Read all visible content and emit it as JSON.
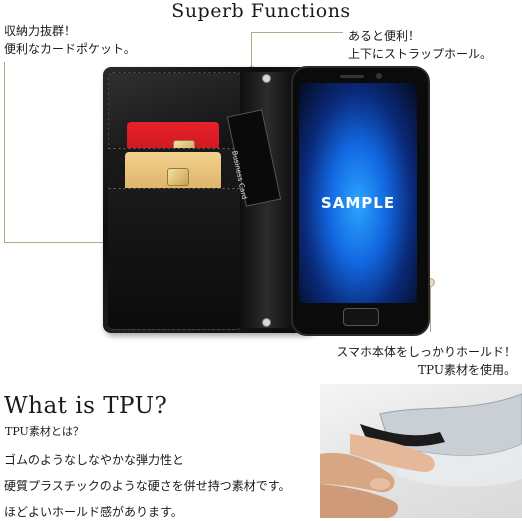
{
  "title": "Superb Functions",
  "notes": {
    "card_pocket": {
      "line1": "収納力抜群！",
      "line2": "便利なカードポケット。"
    },
    "strap_hole": {
      "line1": "あると便利！",
      "line2": "上下にストラップホール。"
    },
    "phone_hold": {
      "line1": "スマホ本体をしっかりホールド！",
      "line2": "TPU素材を使用。"
    }
  },
  "product_image": {
    "phone_screen_text": "SAMPLE",
    "business_card_text": "Business Card"
  },
  "tpu": {
    "heading": "What is TPU?",
    "subheading": "TPU素材とは？",
    "lines": [
      "ゴムのようなしなやかな弾力性と",
      "硬質プラスチックのような硬さを併せ持つ素材です。",
      "ほどよいホールド感があります。"
    ]
  },
  "colors": {
    "leader_line": "#b9a58a",
    "wallet_leather": "#111111",
    "card_red": "#d81b25",
    "card_gold": "#e3bb72",
    "screen_blue": "#1267e0"
  }
}
